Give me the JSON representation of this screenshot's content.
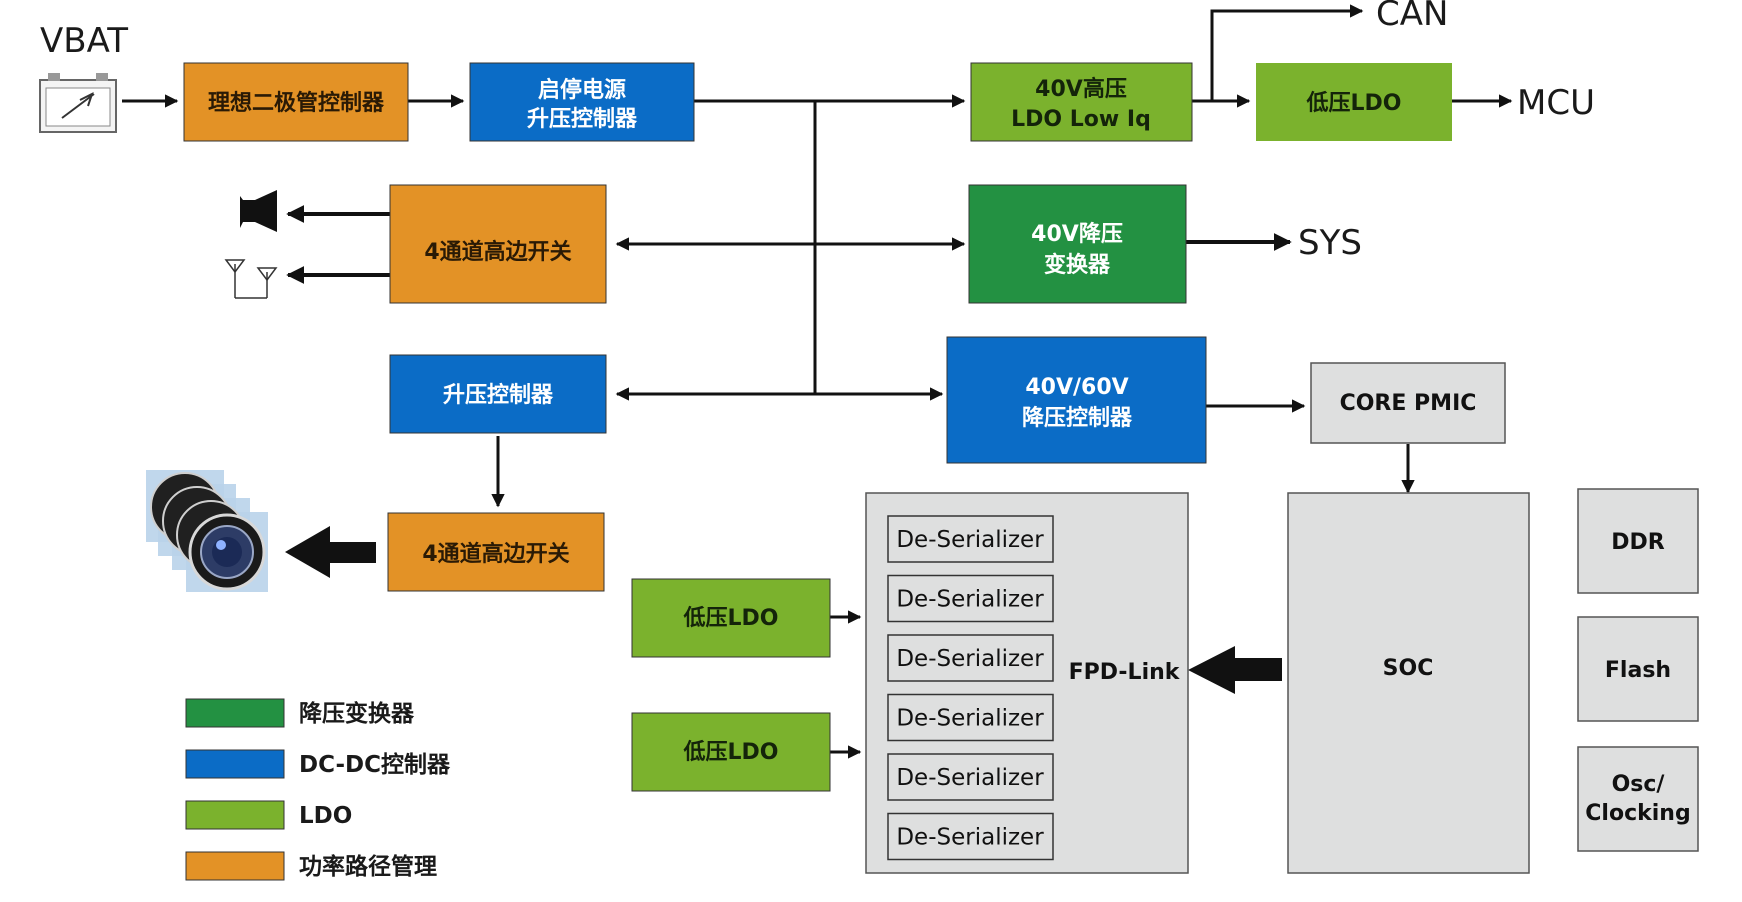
{
  "colors": {
    "orange": "#e39226",
    "blue": "#0b6cc6",
    "green_light": "#7bb22d",
    "green_dark": "#239142",
    "gray": "#dedfdf",
    "line": "#111111"
  },
  "labels": {
    "vbat": "VBAT",
    "can": "CAN",
    "mcu": "MCU",
    "sys": "SYS",
    "fpd_link": "FPD-Link"
  },
  "blocks": {
    "ideal_diode": "理想二极管控制器",
    "start_stop_boost": [
      "启停电源",
      "升压控制器"
    ],
    "ldo_40v": [
      "40V高压",
      "LDO Low Iq"
    ],
    "ldo_low_top": "低压LDO",
    "hs_switch_top": "4通道高边开关",
    "buck_40v": [
      "40V降压",
      "变换器"
    ],
    "boost_ctrl": "升压控制器",
    "buck_40_60": [
      "40V/60V",
      "降压控制器"
    ],
    "core_pmic": "CORE PMIC",
    "hs_switch_bottom": "4通道高边开关",
    "ldo_low_1": "低压LDO",
    "ldo_low_2": "低压LDO",
    "soc": "SOC",
    "ddr": "DDR",
    "flash": "Flash",
    "osc": [
      "Osc/",
      "Clocking"
    ]
  },
  "deserializers": [
    "De-Serializer",
    "De-Serializer",
    "De-Serializer",
    "De-Serializer",
    "De-Serializer",
    "De-Serializer"
  ],
  "legend": [
    {
      "label": "降压变换器",
      "color": "#239142"
    },
    {
      "label": "DC-DC控制器",
      "color": "#0b6cc6"
    },
    {
      "label": "LDO",
      "color": "#7bb22d"
    },
    {
      "label": "功率路径管理",
      "color": "#e39226"
    }
  ],
  "icons": [
    "battery-icon",
    "speaker-icon",
    "antenna-icon",
    "camera-lens-icon"
  ]
}
